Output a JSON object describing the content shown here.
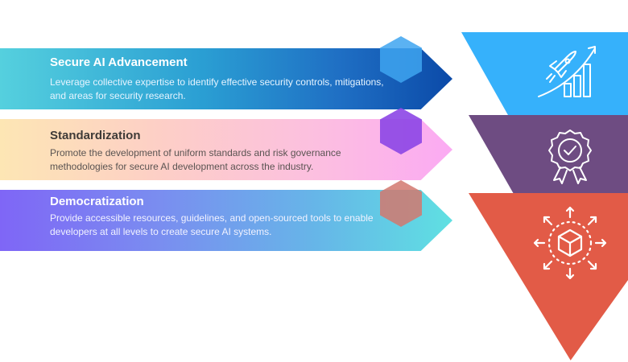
{
  "pillars": [
    {
      "title": "Secure AI Advancement",
      "description": "Leverage collective expertise to identify effective security controls, mitigations, and areas for security research.",
      "icon": "rocket-growth-chart-icon",
      "gradient": [
        "#55d0de",
        "#0b4aa8"
      ],
      "hex_color": "#3ea5f0",
      "band_color": "#36b1fb"
    },
    {
      "title": "Standardization",
      "description": "Promote the development of uniform standards and risk governance methodologies for secure AI development across the industry.",
      "icon": "award-badge-check-icon",
      "gradient": [
        "#fde6b4",
        "#fbaaf3"
      ],
      "hex_color": "#8c46e6",
      "band_color": "#6e4c82"
    },
    {
      "title": "Democratization",
      "description": "Provide accessible resources, guidelines, and open-sourced tools to enable developers at all levels to create secure AI systems.",
      "icon": "cube-distribution-icon",
      "gradient": [
        "#7f66f6",
        "#5fe0e2"
      ],
      "hex_color": "#d2786e",
      "band_color": "#e25b47"
    }
  ]
}
